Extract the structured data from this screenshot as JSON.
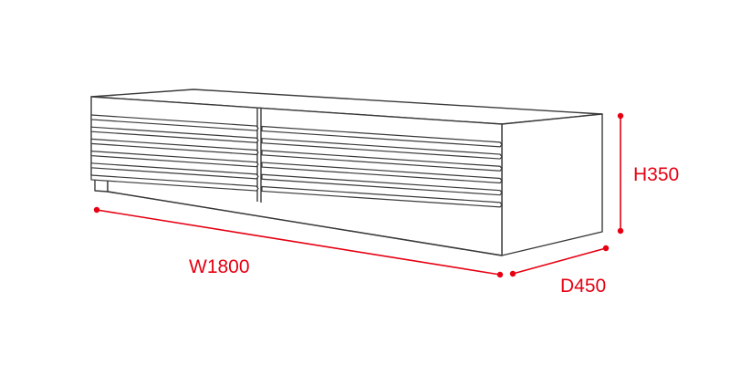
{
  "dimensions": {
    "width_label": "W1800",
    "depth_label": "D450",
    "height_label": "H350",
    "color": "#e60012"
  },
  "product": {
    "type": "low sideboard / TV cabinet",
    "louvers_per_door": 6,
    "line_color": "#3a3a3a"
  }
}
